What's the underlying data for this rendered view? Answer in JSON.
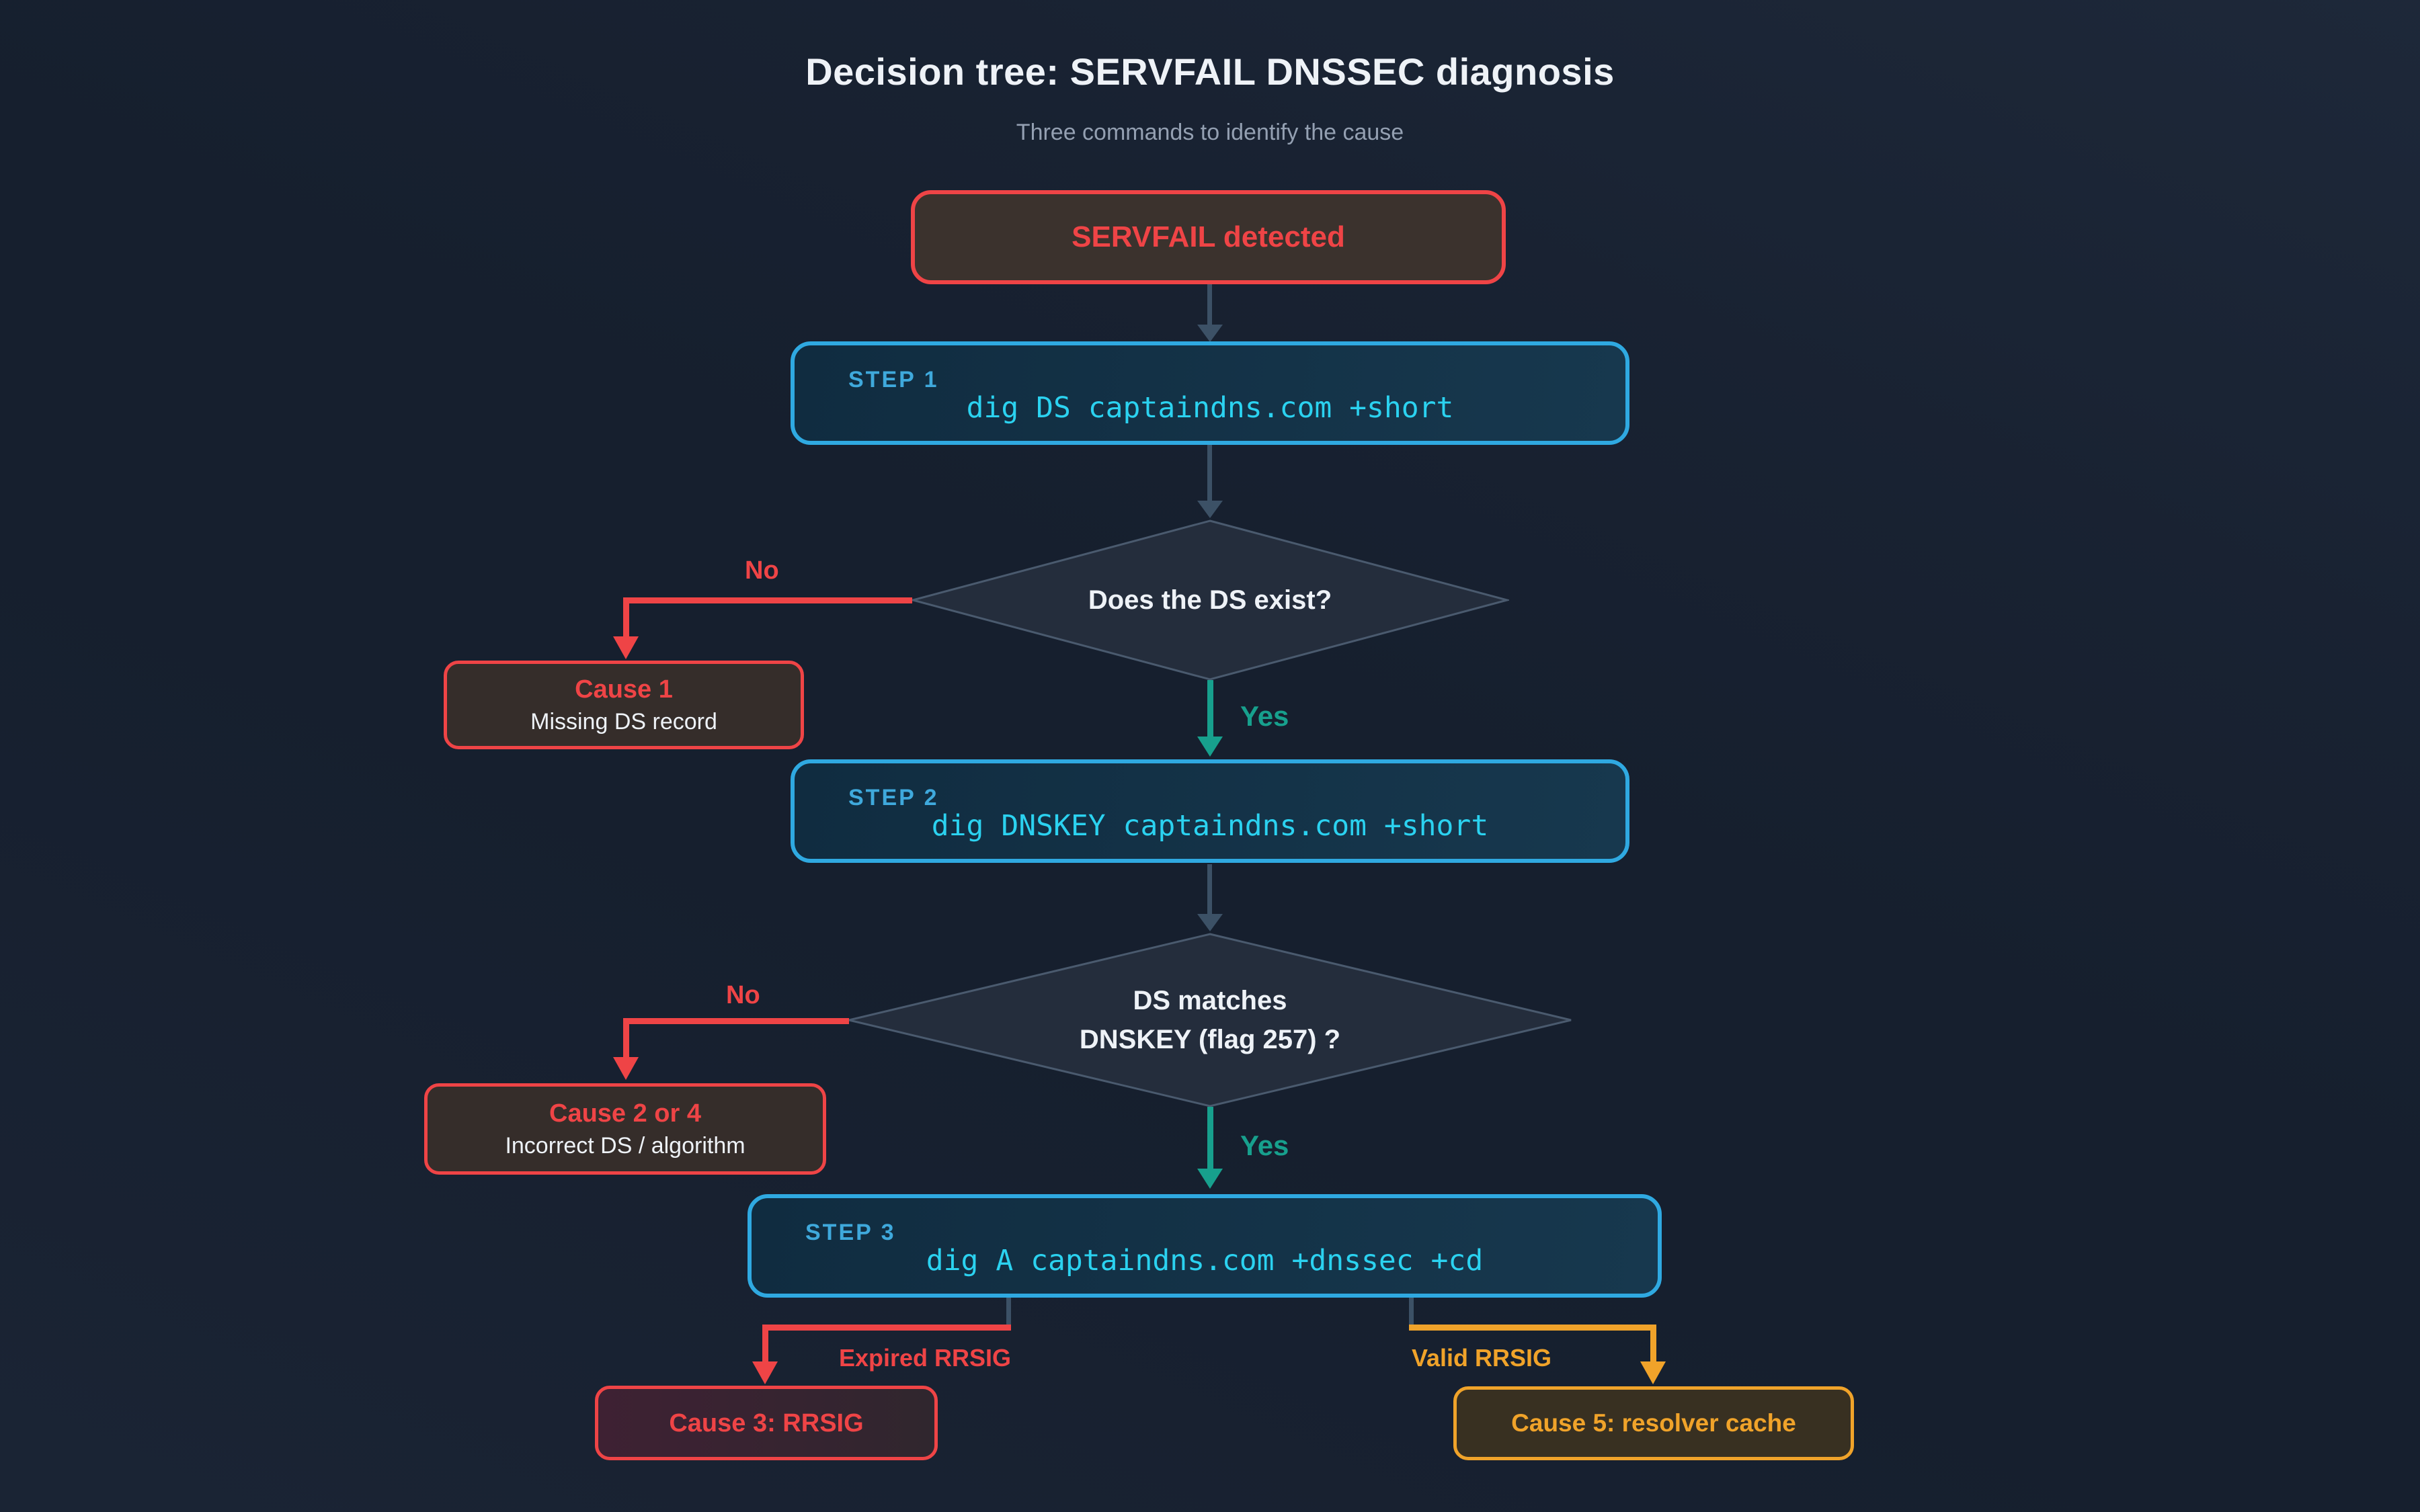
{
  "page": {
    "title": "Decision tree: SERVFAIL DNSSEC diagnosis",
    "subtitle": "Three commands to identify the cause"
  },
  "nodes": {
    "start": {
      "label": "SERVFAIL detected"
    },
    "step1": {
      "label": "STEP 1",
      "command": "dig DS captaindns.com +short"
    },
    "decision1": {
      "question": "Does the DS exist?"
    },
    "cause1": {
      "title": "Cause 1",
      "subtitle": "Missing DS record"
    },
    "step2": {
      "label": "STEP 2",
      "command": "dig DNSKEY captaindns.com +short"
    },
    "decision2": {
      "line1": "DS matches",
      "line2": "DNSKEY (flag 257) ?"
    },
    "cause2or4": {
      "title": "Cause 2 or 4",
      "subtitle": "Incorrect DS / algorithm"
    },
    "step3": {
      "label": "STEP 3",
      "command": "dig A captaindns.com +dnssec +cd"
    },
    "cause3": {
      "title": "Cause 3: RRSIG"
    },
    "cause5": {
      "title": "Cause 5: resolver cache"
    }
  },
  "edges": {
    "decision1_no": "No",
    "decision1_yes": "Yes",
    "decision2_no": "No",
    "decision2_yes": "Yes",
    "step3_expired": "Expired RRSIG",
    "step3_valid": "Valid RRSIG"
  },
  "colors": {
    "background": "#161f2e",
    "red": "#ef4446",
    "teal": "#17a08d",
    "orange": "#f0a32a",
    "cyanBorder": "#2fa9e1",
    "commandCyan": "#2bd2f0",
    "stepLabelBlue": "#3fa9dc",
    "slate": "#3c5166",
    "textWhite": "#eef2f7",
    "textMuted": "#94a0b2"
  }
}
